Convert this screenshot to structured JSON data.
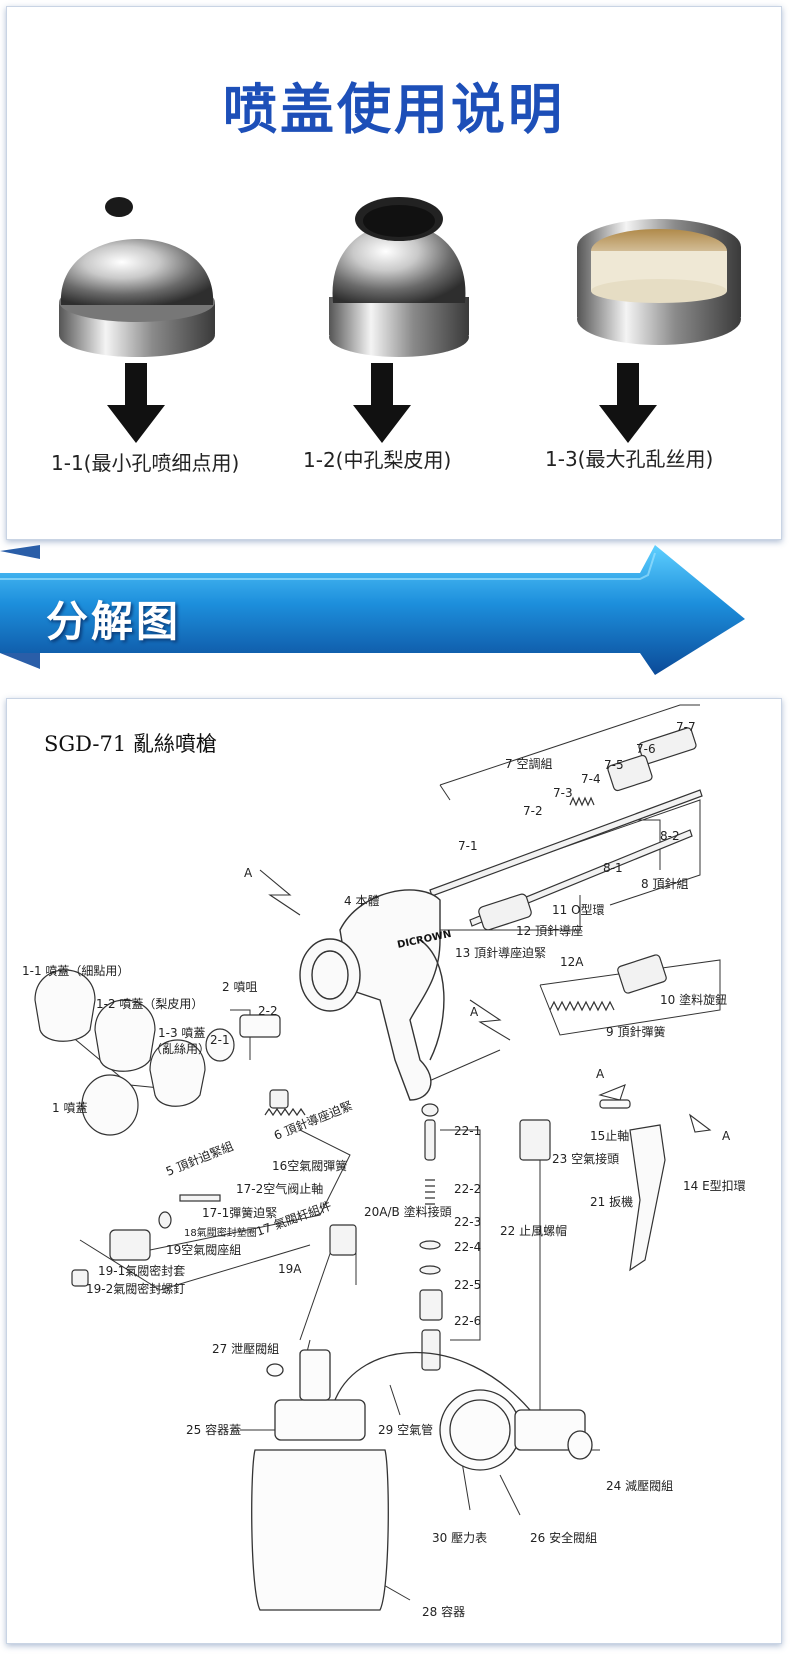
{
  "header": {
    "title": "喷盖使用说明"
  },
  "caps": [
    {
      "label": "1-1(最小孔喷细点用)"
    },
    {
      "label": "1-2(中孔梨皮用)"
    },
    {
      "label": "1-3(最大孔乱丝用)"
    }
  ],
  "banner": {
    "text": "分解图"
  },
  "diagram": {
    "model": "SGD-71 亂絲噴槍",
    "brand": "DICROWN",
    "labels": {
      "l7_7": "7-7",
      "l7_6": "7-6",
      "l7_5": "7-5",
      "l7_4": "7-4",
      "l7_3": "7-3",
      "l7_2": "7-2",
      "l7_1": "7-1",
      "l7": "7 空調組",
      "l8_2": "8-2",
      "l8_1": "8-1",
      "l8": "8 頂針組",
      "lA1": "A",
      "l4": "4 本體",
      "l11": "11 O型環",
      "l12": "12 頂針導座",
      "l13": "13 頂針導座迫緊",
      "l12A": "12A",
      "l10": "10 塗料旋鈕",
      "l9": "9 頂針彈簧",
      "l1_1": "1-1 噴蓋（細點用）",
      "l1_2": "1-2 噴蓋（梨皮用）",
      "l1_3a": "1-3 噴蓋",
      "l1_3b": "（亂絲用）",
      "l2": "2 噴咀",
      "l2_2": "2-2",
      "l2_1": "2-1",
      "l1": "1 噴蓋",
      "lA2": "A",
      "l6": "6 頂針導座迫緊",
      "l5": "5 頂針迫緊組",
      "l16": "16空氣閥彈簧",
      "l17_2": "17-2空气阀止軸",
      "l17_1": "17-1彈簧迫緊",
      "l18": "18氣閥密封墊圈",
      "l17": "17 氣閥杆組件",
      "l19": "19空氣閥座組",
      "l19_1": "19-1氣閥密封套",
      "l19_2": "19-2氣閥密封螺釘",
      "l19A": "19A",
      "l20": "20A/B 塗料接頭",
      "l22_1": "22-1",
      "l22_2": "22-2",
      "l22_3": "22-3",
      "l22": "22 止風螺帽",
      "l22_4": "22-4",
      "l22_5": "22-5",
      "l22_6": "22-6",
      "l23": "23 空氣接頭",
      "lA3": "A",
      "lA4": "A",
      "l15": "15止軸",
      "l14": "14 E型扣環",
      "l21": "21 扳機",
      "l27": "27 泄壓閥組",
      "l25": "25 容器蓋",
      "l29": "29 空氣管",
      "l24": "24 減壓閥組",
      "l30": "30 壓力表",
      "l26": "26 安全閥組",
      "l28": "28 容器"
    }
  },
  "colors": {
    "title": "#1d4fb8",
    "banner_dark": "#0f4f9c",
    "banner_light": "#2aa6ea",
    "panel_border": "#c9d4e4"
  }
}
